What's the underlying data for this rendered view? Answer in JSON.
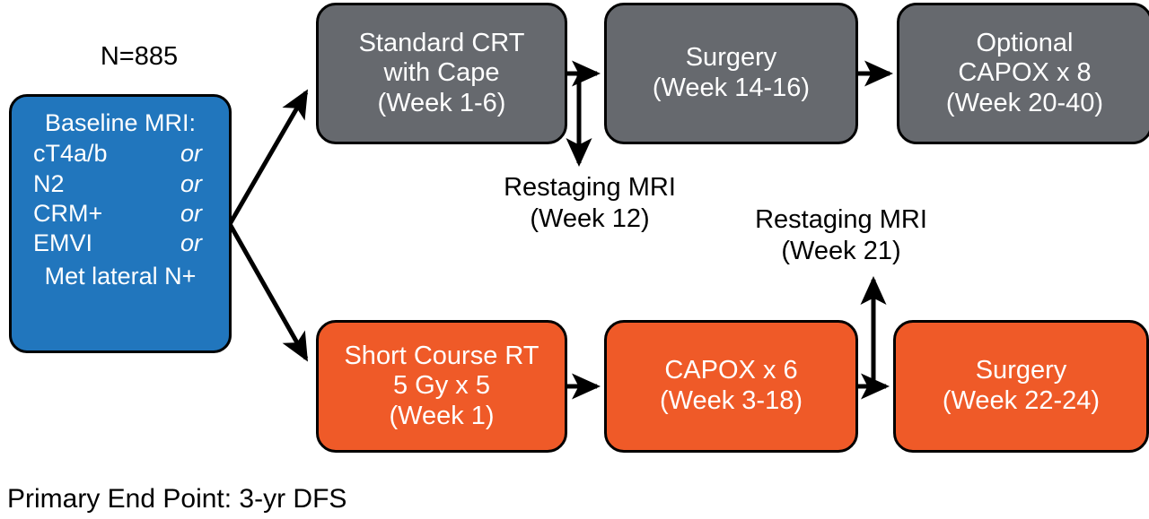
{
  "figure": {
    "type": "clinical-trial-schema",
    "enrollment_label": "N=885",
    "primary_endpoint": "Primary End Point: 3-yr DFS"
  },
  "colors": {
    "eligibility_box": "#2176bd",
    "standard_arm_box": "#66696e",
    "experimental_arm_box": "#ef5a28",
    "outline": "#000000",
    "box_text": "#ffffff",
    "page_text": "#000000",
    "background": "#ffffff"
  },
  "eligibility": {
    "header": "Baseline MRI:",
    "criteria": [
      {
        "name": "cT4a/b",
        "connector": "or"
      },
      {
        "name": "N2",
        "connector": "or"
      },
      {
        "name": "CRM+",
        "connector": "or"
      },
      {
        "name": "EMVI",
        "connector": "or"
      }
    ],
    "last_criterion": "Met lateral N+"
  },
  "arms": {
    "standard": {
      "color": "#66696e",
      "steps": [
        {
          "id": "crt",
          "lines": [
            "Standard CRT",
            "with Cape",
            "(Week 1-6)"
          ]
        },
        {
          "id": "surgery",
          "lines": [
            "Surgery",
            "(Week 14-16)"
          ]
        },
        {
          "id": "capox8",
          "lines": [
            "Optional",
            "CAPOX x 8",
            "(Week 20-40)"
          ]
        }
      ]
    },
    "experimental": {
      "color": "#ef5a28",
      "steps": [
        {
          "id": "short-course-rt",
          "lines": [
            "Short Course RT",
            "5 Gy x 5",
            "(Week 1)"
          ]
        },
        {
          "id": "capox6",
          "lines": [
            "CAPOX x 6",
            "(Week 3-18)"
          ]
        },
        {
          "id": "surgery",
          "lines": [
            "Surgery",
            "(Week 22-24)"
          ]
        }
      ]
    }
  },
  "assessments": [
    {
      "id": "restaging-mri-week-12",
      "lines": [
        "Restaging MRI",
        "(Week 12)"
      ]
    },
    {
      "id": "restaging-mri-week-21",
      "lines": [
        "Restaging MRI",
        "(Week 21)"
      ]
    }
  ]
}
